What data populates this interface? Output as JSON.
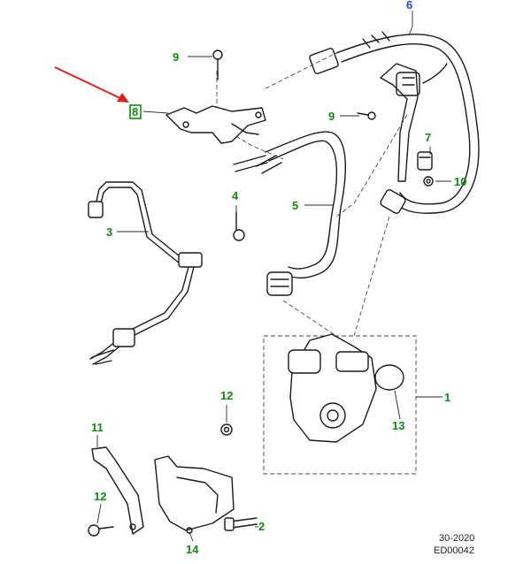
{
  "callouts": {
    "c1": "1",
    "c2": "2",
    "c3": "3",
    "c4": "4",
    "c5": "5",
    "c6": "6",
    "c7": "7",
    "c8": "8",
    "c9a": "9",
    "c9b": "9",
    "c10": "10",
    "c11": "11",
    "c12a": "12",
    "c12b": "12",
    "c13": "13",
    "c14": "14"
  },
  "footer": {
    "line1": "30-2020",
    "line2": "ED00042"
  },
  "colors": {
    "callout": "#138a13",
    "callout_alt": "#1f3fcf",
    "arrow": "#e02020",
    "line": "#1a1a1a"
  }
}
